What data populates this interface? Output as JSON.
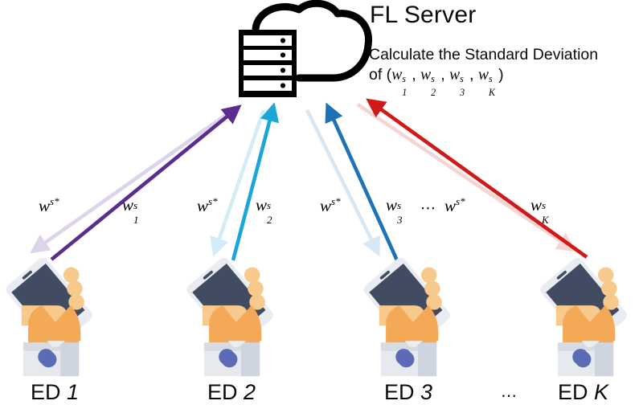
{
  "server": {
    "title": "FL Server",
    "icon": "server-rack-cloud-icon",
    "calc_line1": "Calculate the Standard Deviation",
    "calc_line2_prefix": "of (",
    "calc_line2_suffix": ")",
    "calc_terms": [
      "w_1^s",
      "w_2^s",
      "w_3^s",
      "w_K^s"
    ],
    "calc_full_text": "Calculate the Standard Deviation of (w1s, w2s, w3s, wKs)"
  },
  "colors": {
    "arrow1_dark": "#5b2d8e",
    "arrow1_light": "#ddd3ea",
    "arrow2_dark": "#1aa6d6",
    "arrow2_light": "#d2ecf8",
    "arrow3_dark": "#1d72b8",
    "arrow3_light": "#d7e7f4",
    "arrow4_dark": "#d21919",
    "arrow4_light": "#f8d3d3",
    "phone_screen": "#414c63",
    "phone_body": "#e9edf2",
    "hand_skin": "#f4a957",
    "hand_skin_light": "#f8c98d",
    "cuff": "#e6eaef",
    "cuff_dark": "#ced5de",
    "cuff_button": "#5b6bb5",
    "ink": "#0a0a0a"
  },
  "groups": [
    {
      "id": 1,
      "down_label": "w^{s*}",
      "up_label": "w_1^s",
      "up_sub": "1",
      "device_caption_prefix": "ED",
      "device_caption_index": "1",
      "dark_color": "#5b2d8e",
      "light_color": "#ddd3ea"
    },
    {
      "id": 2,
      "down_label": "w^{s*}",
      "up_label": "w_2^s",
      "up_sub": "2",
      "device_caption_prefix": "ED",
      "device_caption_index": "2",
      "dark_color": "#1aa6d6",
      "light_color": "#d2ecf8"
    },
    {
      "id": 3,
      "down_label": "w^{s*}",
      "up_label": "w_3^s",
      "up_sub": "3",
      "device_caption_prefix": "ED",
      "device_caption_index": "3",
      "dark_color": "#1d72b8",
      "light_color": "#d7e7f4"
    },
    {
      "id": 4,
      "down_label": "w^{s*}",
      "up_label": "w_K^s",
      "up_sub": "K",
      "device_caption_prefix": "ED",
      "device_caption_index": "K",
      "dark_color": "#d21919",
      "light_color": "#f8d3d3"
    }
  ],
  "labels": {
    "w_base": "w",
    "sup_s_star": "s*",
    "sup_s": "s",
    "ellipsis_mid": "⋯",
    "ellipsis_bottom": "⋯"
  },
  "devices": [
    {
      "name": "edge-device-1",
      "caption_prefix": "ED",
      "caption_index": "1"
    },
    {
      "name": "edge-device-2",
      "caption_prefix": "ED",
      "caption_index": "2"
    },
    {
      "name": "edge-device-3",
      "caption_prefix": "ED",
      "caption_index": "3"
    },
    {
      "name": "edge-device-k",
      "caption_prefix": "ED",
      "caption_index": "K"
    }
  ]
}
